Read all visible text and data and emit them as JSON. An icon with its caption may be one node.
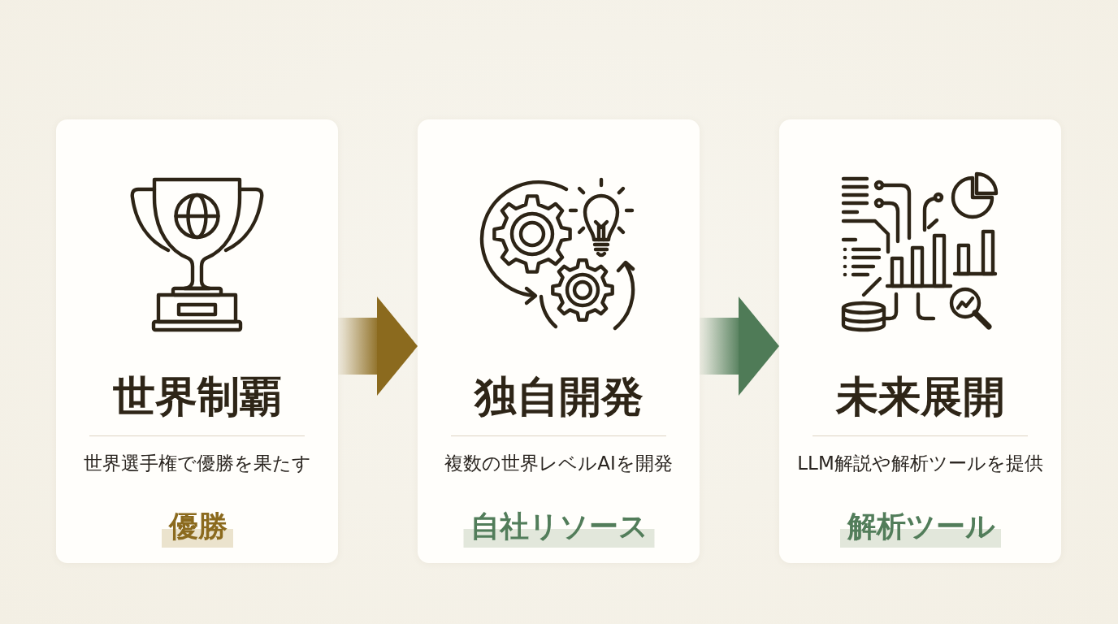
{
  "diagram": {
    "nodes": [
      {
        "text": [
          "世界制覇",
          "世界選手権で優勝を果たす",
          "優勝"
        ]
      },
      {
        "text": [
          "独自開発",
          "複数の世界レベルAIを開発",
          "自社リソース"
        ]
      },
      {
        "text": [
          "未来展開",
          "LLM解説や解析ツールを提供",
          "解析ツール"
        ]
      }
    ],
    "edges": [
      {
        "from": 0,
        "to": 1,
        "arrow": "to",
        "color": "#8b6a1e"
      },
      {
        "from": 1,
        "to": 2,
        "arrow": "to",
        "color": "#4f7b57"
      }
    ]
  }
}
